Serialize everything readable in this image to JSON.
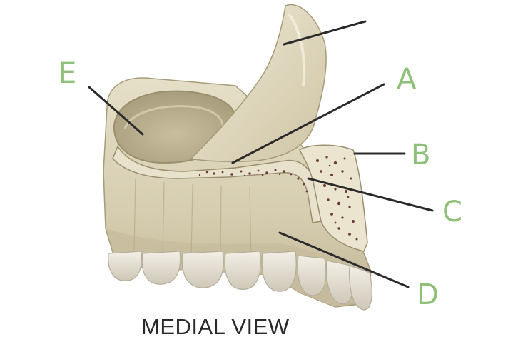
{
  "labels": {
    "a": "A",
    "b": "B",
    "c": "C",
    "d": "D",
    "e": "E"
  },
  "caption": "MEDIAL VIEW",
  "colors": {
    "bone": "#d9d0b4",
    "bone_shadow": "#b8ad8c",
    "bone_highlight": "#ece6d2",
    "marrow": "#6b3b3b",
    "teeth": "#e9e4da",
    "label_green": "#8fc07a",
    "leader_line": "#2b2b2b"
  }
}
